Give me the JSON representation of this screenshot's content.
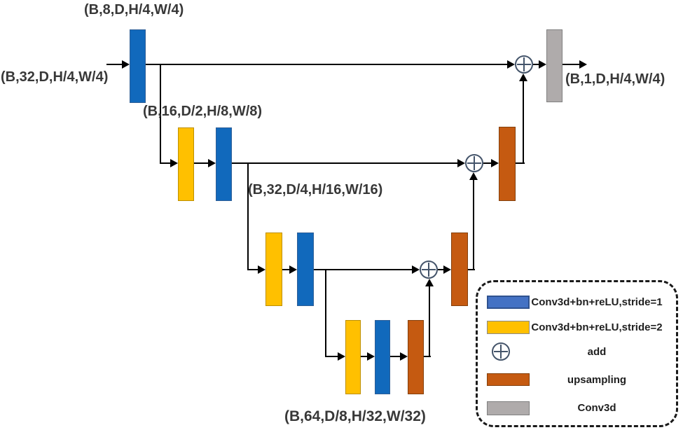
{
  "diagram": {
    "tensor_labels": {
      "top": "(B,8,D,H/4,W/4)",
      "input": "(B,32,D,H/4,W/4)",
      "level2": "(B,16,D/2,H/8,W/8)",
      "level3": "(B,32,D/4,H/16,W/16)",
      "level4": "(B,64,D/8,H/32,W/32)",
      "output": "(B,1,D,H/4,W/4)"
    },
    "add_nodes_count": 3
  },
  "legend": {
    "items": [
      {
        "key": "conv3d_stride1",
        "label": "Conv3d+bn+reLU,stride=1",
        "swatch_color": "#4472C4"
      },
      {
        "key": "conv3d_stride2",
        "label": "Conv3d+bn+reLU,stride=2",
        "swatch_color": "#FFC000"
      },
      {
        "key": "add",
        "label": "add",
        "swatch_color": "#44546A"
      },
      {
        "key": "upsampling",
        "label": "upsampling",
        "swatch_color": "#C55A11"
      },
      {
        "key": "conv3d",
        "label": "Conv3d",
        "swatch_color": "#AFABAB"
      }
    ]
  },
  "colors": {
    "conv_stride1_blue": "#1169BC",
    "conv_stride2_yellow": "#FFC000",
    "upsampling_orange": "#C55A11",
    "conv3d_gray": "#AFABAB",
    "legend_blue": "#4472C4",
    "add_node_stroke": "#44546A",
    "connector_black": "#000000"
  }
}
